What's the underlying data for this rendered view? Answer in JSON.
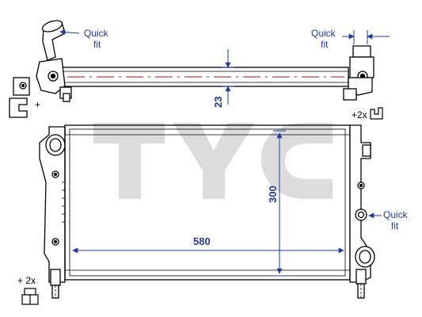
{
  "labels": {
    "quick_fit_top_left": [
      "Quick",
      "fit"
    ],
    "quick_fit_top_right": [
      "Quick",
      "fit"
    ],
    "quick_fit_right": [
      "Quick",
      "fit"
    ],
    "plus_left": "+",
    "plus_2x_top": "+2x",
    "plus_2x_bottom": "+ 2x"
  },
  "dimensions": {
    "width": "580",
    "height": "300",
    "tube_thickness": "23"
  },
  "watermark": "TYC",
  "colors": {
    "line": "#000000",
    "accent": "#1f3a9a",
    "centerline": "#8b1a1a",
    "watermark": "#d9d9d9"
  }
}
